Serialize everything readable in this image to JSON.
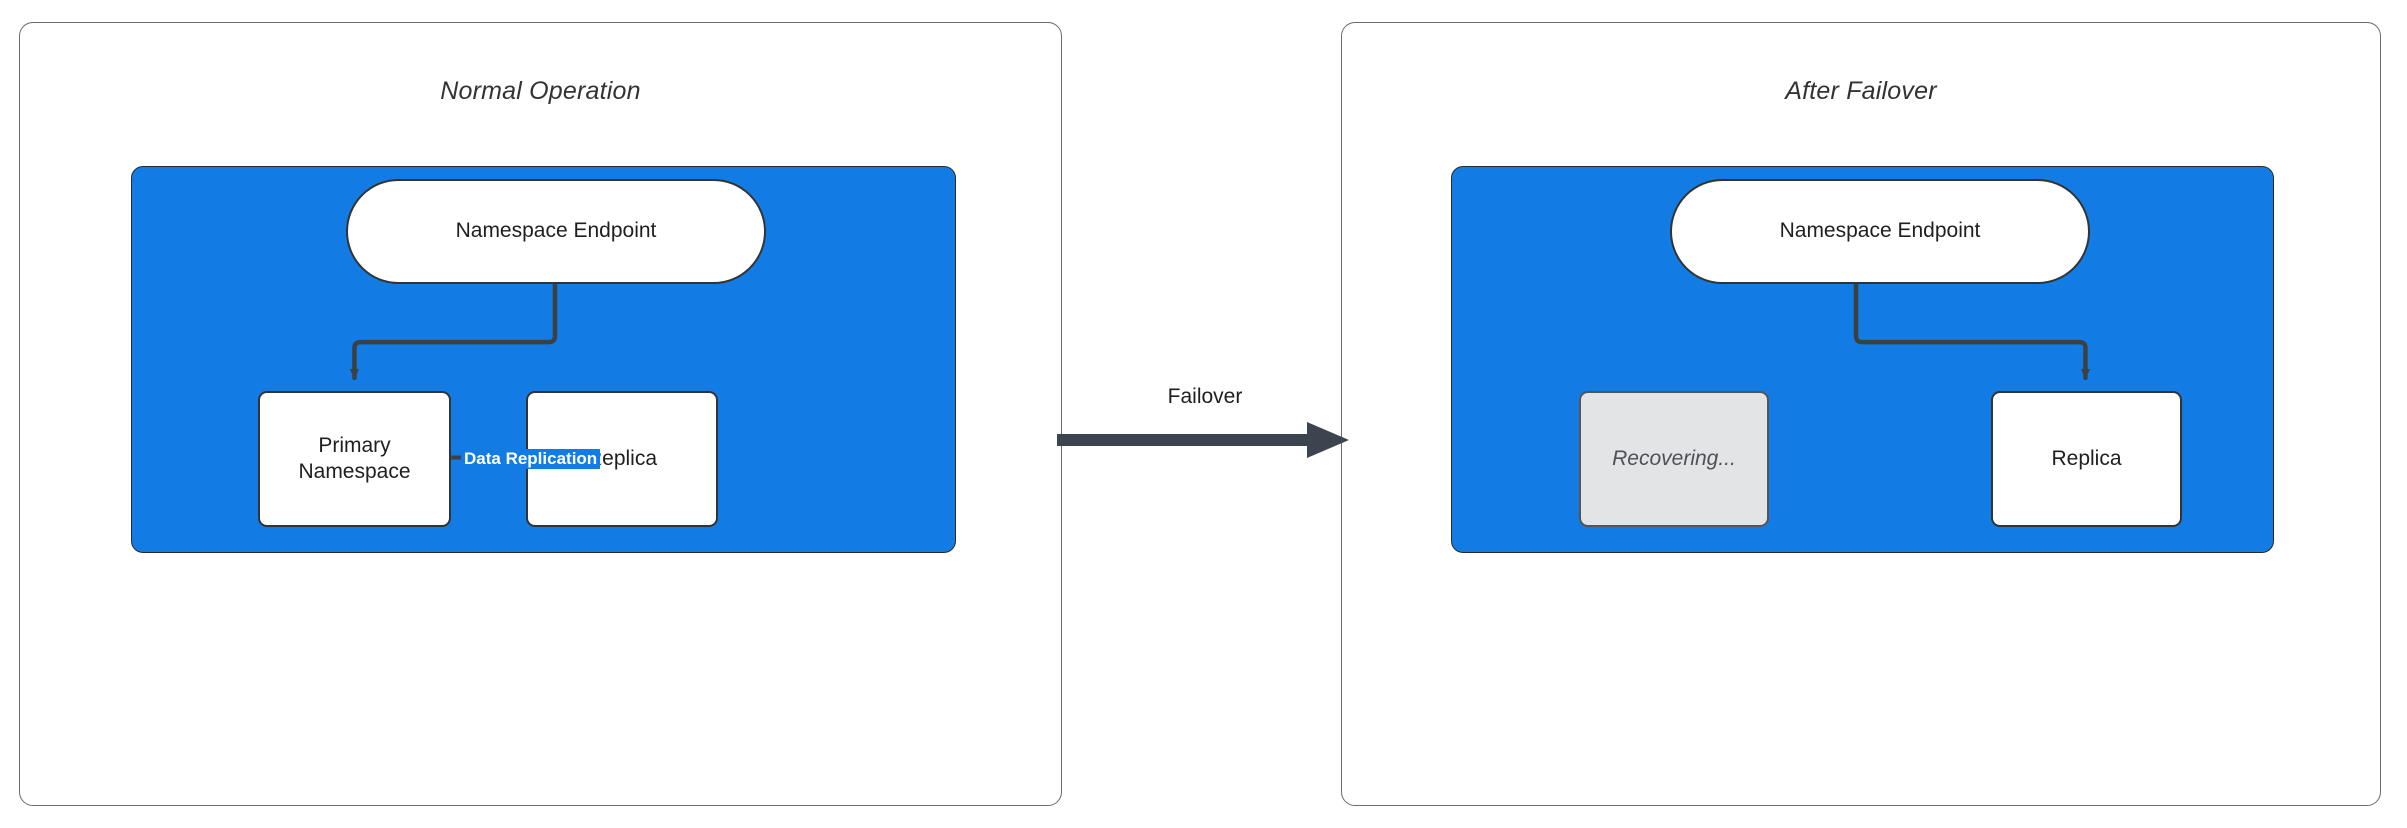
{
  "diagram": {
    "title_hidden": "",
    "colors": {
      "zone_blue": "#127ce4",
      "node_white": "#ffffff",
      "node_gray": "#e2e4e6",
      "stroke_dark": "#333333",
      "panel_border": "#6b6b6b",
      "label_white": "#ffffff",
      "recovering_text": "#4d5157"
    },
    "panels": [
      {
        "id": "normal-operation",
        "title": "Normal Operation",
        "nodes": [
          {
            "id": "endpoint",
            "label": "Namespace Endpoint",
            "shape": "capsule",
            "style": "white"
          },
          {
            "id": "primary",
            "label": "Primary\nNamespace",
            "line1": "Primary",
            "line2": "Namespace",
            "shape": "rounded-rect",
            "style": "white"
          },
          {
            "id": "replica",
            "label": "Replica",
            "shape": "rounded-rect",
            "style": "white"
          }
        ],
        "edges": [
          {
            "from": "endpoint",
            "to": "primary",
            "label": "",
            "style": "elbow-arrow"
          },
          {
            "from": "primary",
            "to": "replica",
            "label": "Data Replication",
            "style": "straight-arrow"
          }
        ]
      },
      {
        "id": "after-failover",
        "title": "After Failover",
        "nodes": [
          {
            "id": "endpoint",
            "label": "Namespace Endpoint",
            "shape": "capsule",
            "style": "white"
          },
          {
            "id": "recovering",
            "label": "Recovering...",
            "shape": "rounded-rect",
            "style": "gray-italic"
          },
          {
            "id": "replica",
            "label": "Replica",
            "shape": "rounded-rect",
            "style": "white"
          }
        ],
        "edges": [
          {
            "from": "endpoint",
            "to": "replica",
            "label": "",
            "style": "elbow-arrow"
          }
        ]
      }
    ],
    "transition": {
      "label": "Failover",
      "direction": "left-to-right",
      "style": "thick-arrow"
    }
  }
}
